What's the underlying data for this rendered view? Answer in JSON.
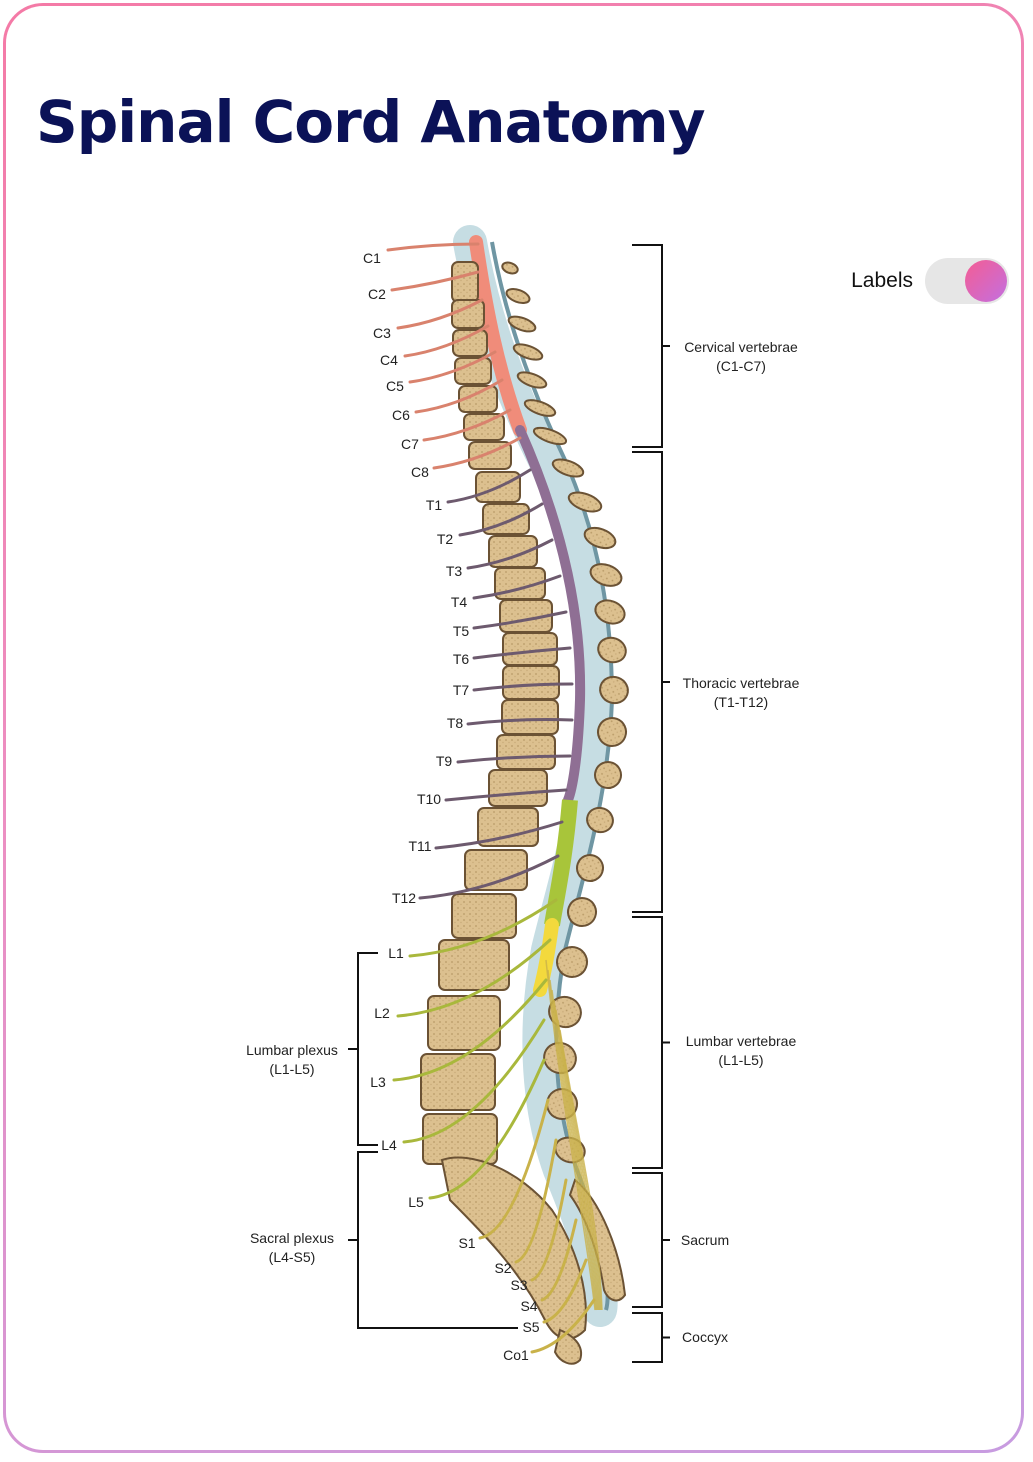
{
  "title": "Spinal Cord Anatomy",
  "toggle": {
    "label": "Labels",
    "on": true
  },
  "nerves": {
    "cervical": [
      "C1",
      "C2",
      "C3",
      "C4",
      "C5",
      "C6",
      "C7",
      "C8"
    ],
    "thoracic": [
      "T1",
      "T2",
      "T3",
      "T4",
      "T5",
      "T6",
      "T7",
      "T8",
      "T9",
      "T10",
      "T11",
      "T12"
    ],
    "lumbar": [
      "L1",
      "L2",
      "L3",
      "L4",
      "L5"
    ],
    "sacral": [
      "S1",
      "S2",
      "S3",
      "S4",
      "S5"
    ],
    "coccygeal": [
      "Co1"
    ]
  },
  "regions": [
    {
      "line1": "Cervical vertebrae",
      "line2": "(C1-C7)"
    },
    {
      "line1": "Thoracic vertebrae",
      "line2": "(T1-T12)"
    },
    {
      "line1": "Lumbar vertebrae",
      "line2": "(L1-L5)"
    },
    {
      "line1": "Sacrum",
      "line2": ""
    },
    {
      "line1": "Coccyx",
      "line2": ""
    }
  ],
  "plexuses": [
    {
      "line1": "Lumbar plexus",
      "line2": "(L1-L5)"
    },
    {
      "line1": "Sacral plexus",
      "line2": "(L4-S5)"
    }
  ],
  "colors": {
    "title": "#0b1257",
    "bone": "#dcc08f",
    "bone_dark": "#6b5234",
    "cervical": "#d9826d",
    "thoracic": "#6d5a6e",
    "lumbar": "#a9b83c",
    "sacral": "#c9b24a",
    "cord": "#8fb0bd"
  }
}
